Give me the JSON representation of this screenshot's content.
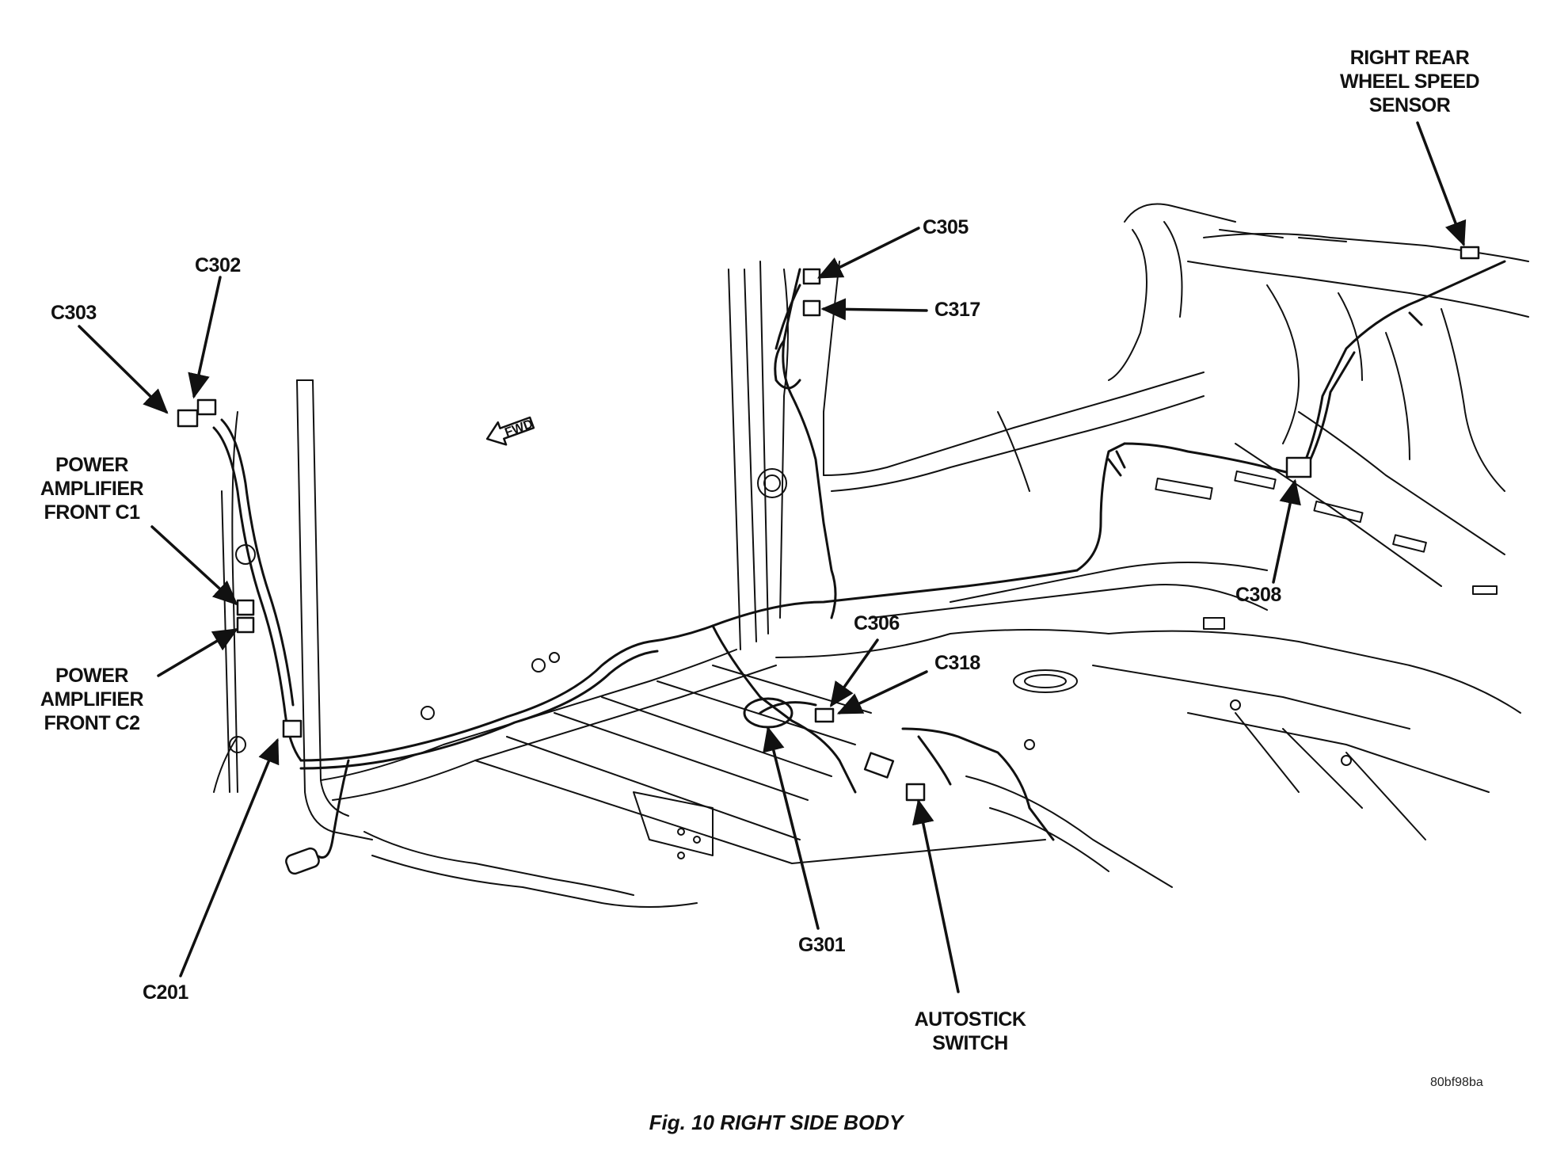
{
  "callouts": {
    "rr_wheel_speed_sensor": [
      "RIGHT REAR",
      "WHEEL SPEED",
      "SENSOR"
    ],
    "c305": "C305",
    "c317": "C317",
    "c302": "C302",
    "c303": "C303",
    "pa_front_c1": [
      "POWER",
      "AMPLIFIER",
      "FRONT C1"
    ],
    "pa_front_c2": [
      "POWER",
      "AMPLIFIER",
      "FRONT C2"
    ],
    "c308": "C308",
    "c306": "C306",
    "c318": "C318",
    "c201": "C201",
    "g301": "G301",
    "autostick_switch": [
      "AUTOSTICK",
      "SWITCH"
    ]
  },
  "direction_marker": "FWD",
  "figure_code": "80bf98ba",
  "caption": "Fig. 10 RIGHT SIDE BODY",
  "colors": {
    "ink": "#111111",
    "paper": "#ffffff"
  }
}
